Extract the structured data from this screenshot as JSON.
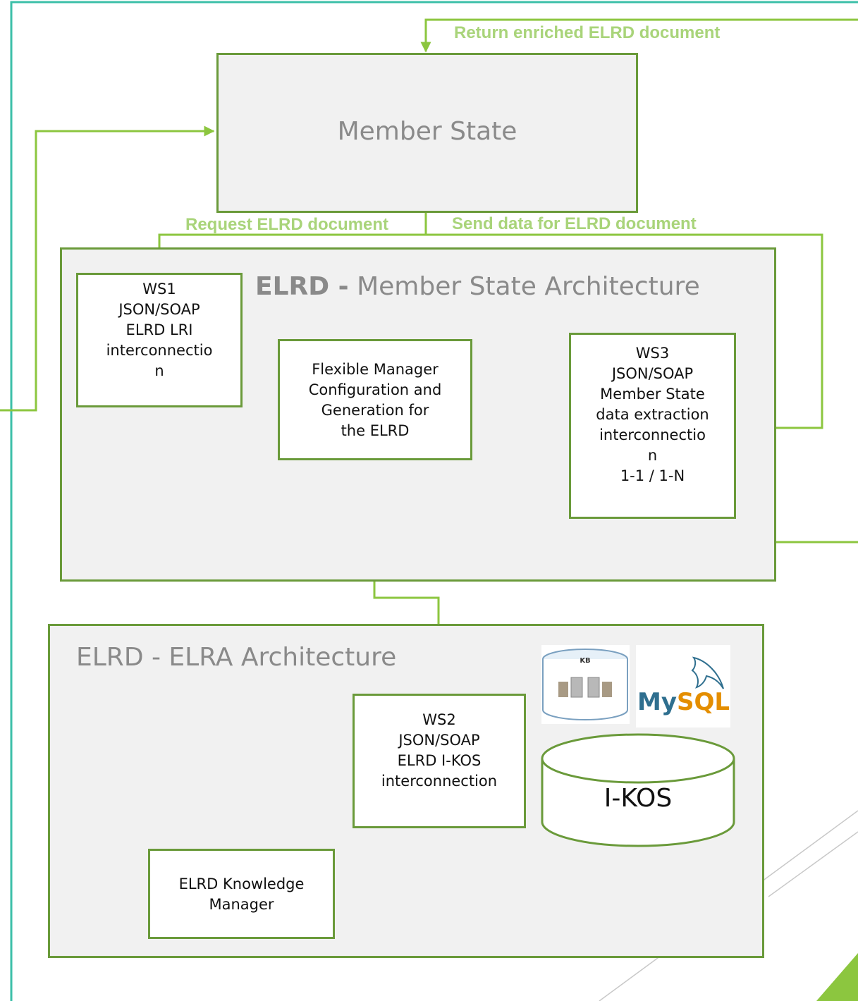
{
  "diagram": {
    "member_state": {
      "title": "Member State"
    },
    "ms_architecture": {
      "title_bold": "ELRD -",
      "title_rest": "Member State Architecture"
    },
    "elra_architecture": {
      "title": "ELRD - ELRA Architecture"
    },
    "ws1": {
      "lines": [
        "WS1",
        "",
        "JSON/SOAP",
        "ELRD LRI",
        "interconnectio",
        "n"
      ]
    },
    "ws3": {
      "lines": [
        "WS3",
        "",
        "JSON/SOAP",
        "Member State",
        "data extraction",
        "interconnectio",
        "n",
        "1-1 / 1-N"
      ]
    },
    "flex_manager": {
      "lines": [
        "Flexible Manager",
        "Configuration and",
        "Generation for",
        "the ELRD"
      ]
    },
    "ws2": {
      "lines": [
        "WS2",
        "",
        "JSON/SOAP",
        "ELRD I-KOS",
        "interconnection"
      ]
    },
    "knowledge_manager": {
      "lines": [
        "ELRD Knowledge",
        "Manager"
      ]
    },
    "ikos": {
      "label": "I-KOS"
    },
    "kb": {
      "label": "KB"
    },
    "mysql": {
      "label_my": "My",
      "label_sql": "SQL"
    },
    "arrows": {
      "return_label": "Return enriched ELRD document",
      "request_label": "Request ELRD document",
      "send_label": "Send data for ELRD document"
    },
    "colors": {
      "arrow": "#8cc63f",
      "box_border": "#6a9a3a",
      "label": "#a9d47a",
      "frame": "#3cbfa8",
      "title_gray": "#8a8a8a",
      "mysql_blue": "#2f6f8f",
      "mysql_orange": "#e48e00"
    }
  }
}
